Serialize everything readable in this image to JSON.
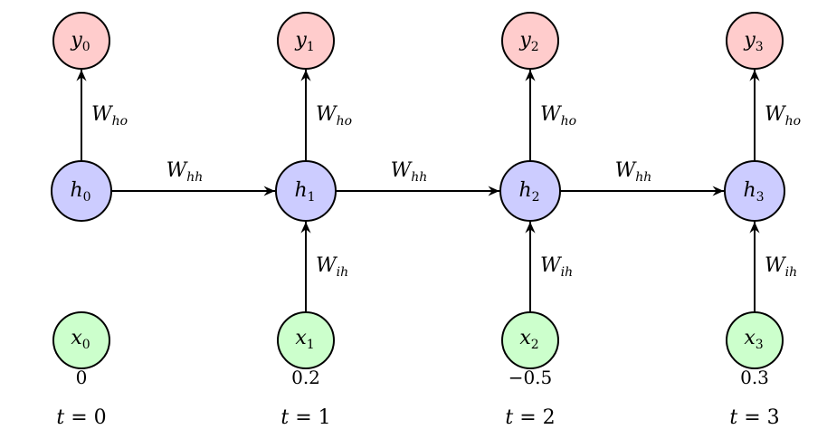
{
  "diagram": {
    "title": "Unrolled RNN",
    "colors": {
      "output_node": "#ffcccc",
      "hidden_node": "#ccccff",
      "input_node": "#ccffcc",
      "stroke": "#000000"
    },
    "steps": [
      {
        "t_label": "t = 0",
        "t_var": "t",
        "t_value": "0",
        "output": {
          "base": "y",
          "sub": "0"
        },
        "hidden": {
          "base": "h",
          "sub": "0"
        },
        "input": {
          "base": "x",
          "sub": "0"
        },
        "input_value": "0",
        "has_input_edge": false
      },
      {
        "t_label": "t = 1",
        "t_var": "t",
        "t_value": "1",
        "output": {
          "base": "y",
          "sub": "1"
        },
        "hidden": {
          "base": "h",
          "sub": "1"
        },
        "input": {
          "base": "x",
          "sub": "1"
        },
        "input_value": "0.2",
        "has_input_edge": true
      },
      {
        "t_label": "t = 2",
        "t_var": "t",
        "t_value": "2",
        "output": {
          "base": "y",
          "sub": "2"
        },
        "hidden": {
          "base": "h",
          "sub": "2"
        },
        "input": {
          "base": "x",
          "sub": "2"
        },
        "input_value": "−0.5",
        "has_input_edge": true
      },
      {
        "t_label": "t = 3",
        "t_var": "t",
        "t_value": "3",
        "output": {
          "base": "y",
          "sub": "3"
        },
        "hidden": {
          "base": "h",
          "sub": "3"
        },
        "input": {
          "base": "x",
          "sub": "3"
        },
        "input_value": "0.3",
        "has_input_edge": true
      }
    ],
    "weights": {
      "hidden_to_output": {
        "base": "W",
        "sub": "ho"
      },
      "hidden_to_hidden": {
        "base": "W",
        "sub": "hh"
      },
      "input_to_hidden": {
        "base": "W",
        "sub": "ih"
      }
    }
  }
}
